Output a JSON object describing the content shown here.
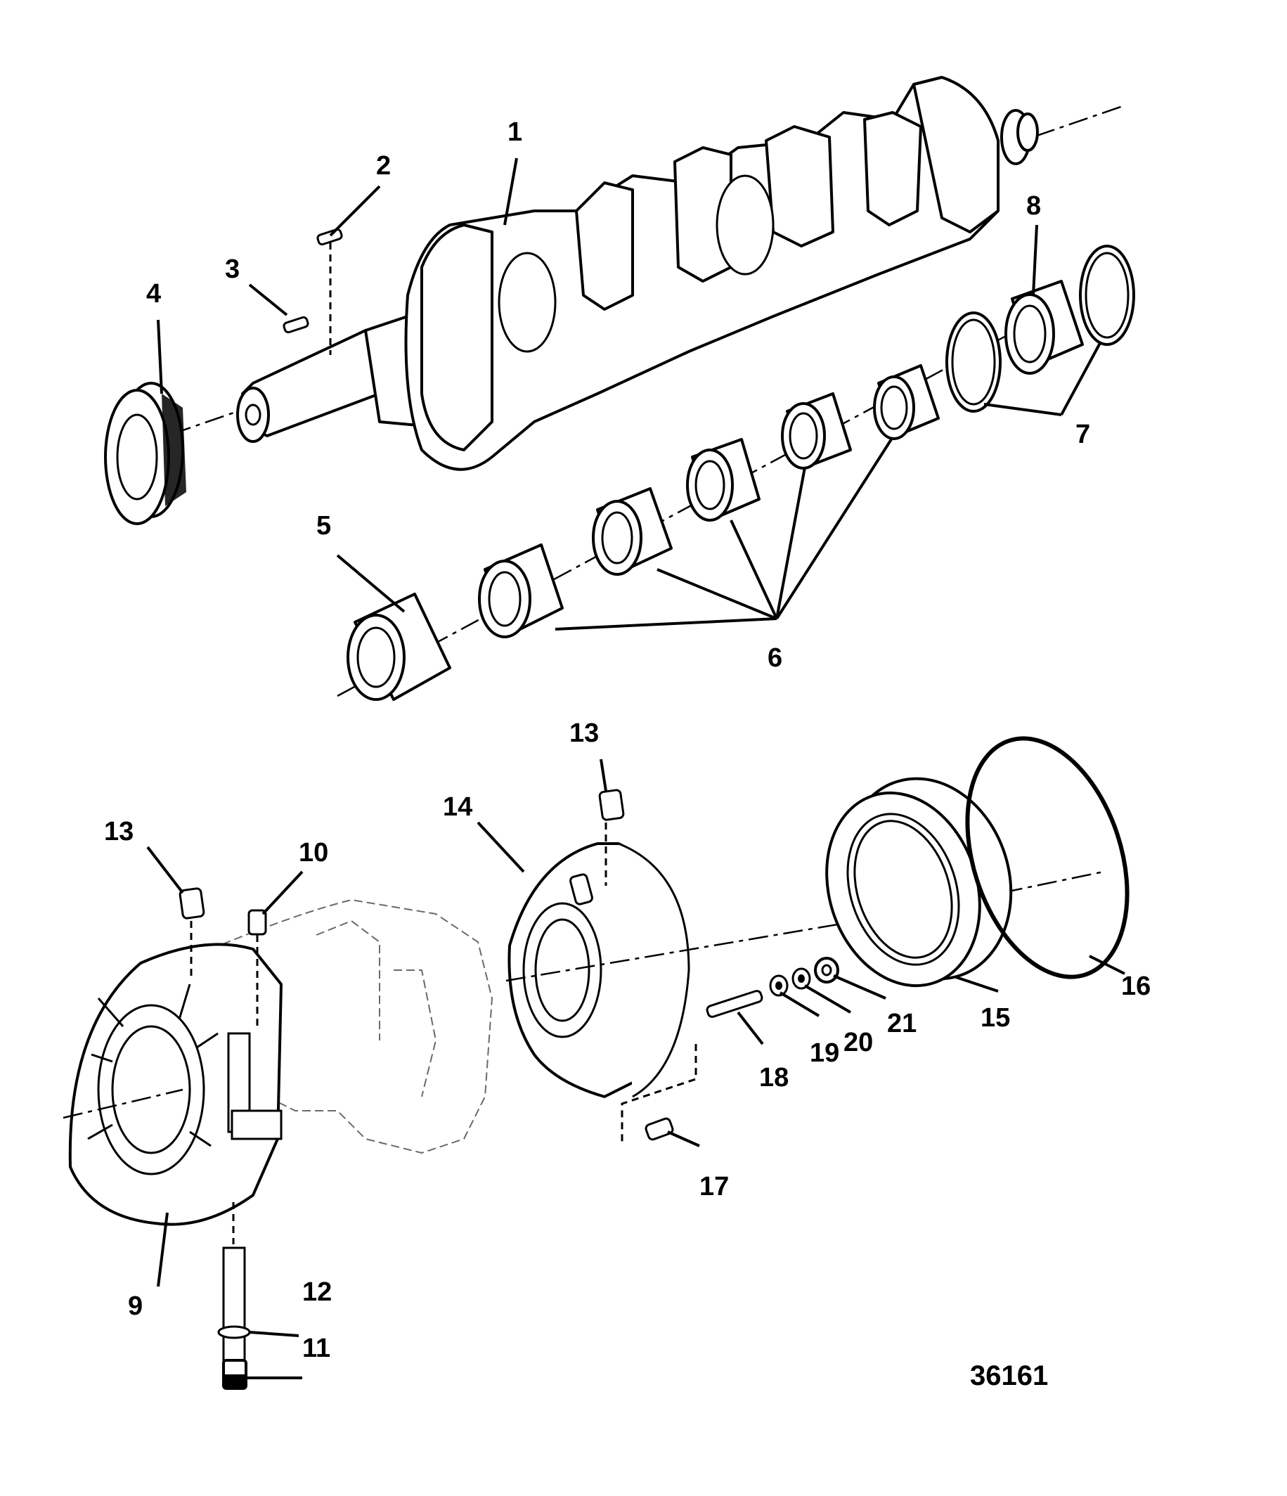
{
  "diagram": {
    "callouts": [
      "1",
      "2",
      "3",
      "4",
      "5",
      "6",
      "7",
      "8",
      "9",
      "10",
      "11",
      "12",
      "13",
      "13",
      "14",
      "15",
      "16",
      "17",
      "18",
      "19",
      "20",
      "21"
    ],
    "reference_number": "36161"
  }
}
